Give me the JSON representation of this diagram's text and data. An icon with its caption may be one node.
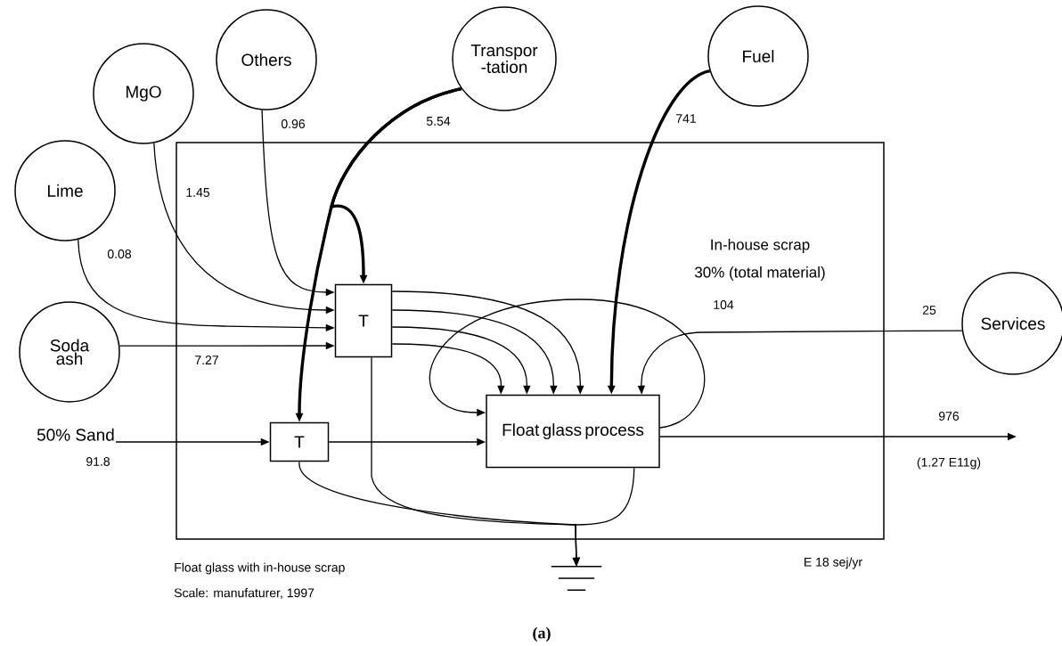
{
  "diagram": {
    "caption": "(a)",
    "nodes": [
      {
        "text": [
          "Others"
        ]
      },
      {
        "text": [
          "MgO"
        ]
      },
      {
        "text": [
          "Transpor -tation"
        ]
      },
      {
        "text": [
          "Fuel"
        ]
      },
      {
        "text": [
          "Lime"
        ]
      },
      {
        "text": [
          "Soda ash"
        ]
      },
      {
        "text": [
          "Services"
        ]
      },
      {
        "text": [
          "50% Sand"
        ]
      },
      {
        "text": [
          "T"
        ]
      },
      {
        "text": [
          "T"
        ]
      },
      {
        "text": [
          "Float glass process"
        ]
      },
      {
        "text": [],
        "shape": "ground"
      }
    ],
    "edges": [
      {
        "from": 0,
        "to": 8,
        "arrow": "to",
        "label": "0.96"
      },
      {
        "from": 1,
        "to": 8,
        "arrow": "to",
        "label": "1.45"
      },
      {
        "from": 4,
        "to": 8,
        "arrow": "to",
        "label": "0.08"
      },
      {
        "from": 5,
        "to": 8,
        "arrow": "to",
        "label": "7.27"
      },
      {
        "from": 2,
        "to": 8,
        "arrow": "to",
        "label": "5.54",
        "style": "thick"
      },
      {
        "from": 2,
        "to": 9,
        "arrow": "to",
        "style": "thick"
      },
      {
        "from": 7,
        "to": 9,
        "arrow": "to",
        "label": "91.8"
      },
      {
        "from": 8,
        "to": 10,
        "arrow": "to"
      },
      {
        "from": 8,
        "to": 10,
        "arrow": "to"
      },
      {
        "from": 8,
        "to": 10,
        "arrow": "to"
      },
      {
        "from": 8,
        "to": 10,
        "arrow": "to"
      },
      {
        "from": 9,
        "to": 10,
        "arrow": "to"
      },
      {
        "from": 3,
        "to": 10,
        "arrow": "to",
        "label": "741",
        "style": "thick"
      },
      {
        "from": 6,
        "to": 10,
        "arrow": "to",
        "label": "25"
      },
      {
        "from": 10,
        "to": 10,
        "arrow": "to",
        "label": "104"
      },
      {
        "from": 10,
        "to": null,
        "arrow": "to",
        "label": "976"
      },
      {
        "from": 9,
        "to": 11,
        "arrow": "to"
      },
      {
        "from": 8,
        "to": 11,
        "arrow": "to"
      },
      {
        "from": 10,
        "to": 11,
        "arrow": "to"
      }
    ],
    "labels": [
      "In-house scrap",
      "30% (total material)",
      "(1.27 E11g)",
      "Float glass with in-house scrap",
      "Scale: manufaturer, 1997",
      "E 18 sej/yr"
    ]
  }
}
